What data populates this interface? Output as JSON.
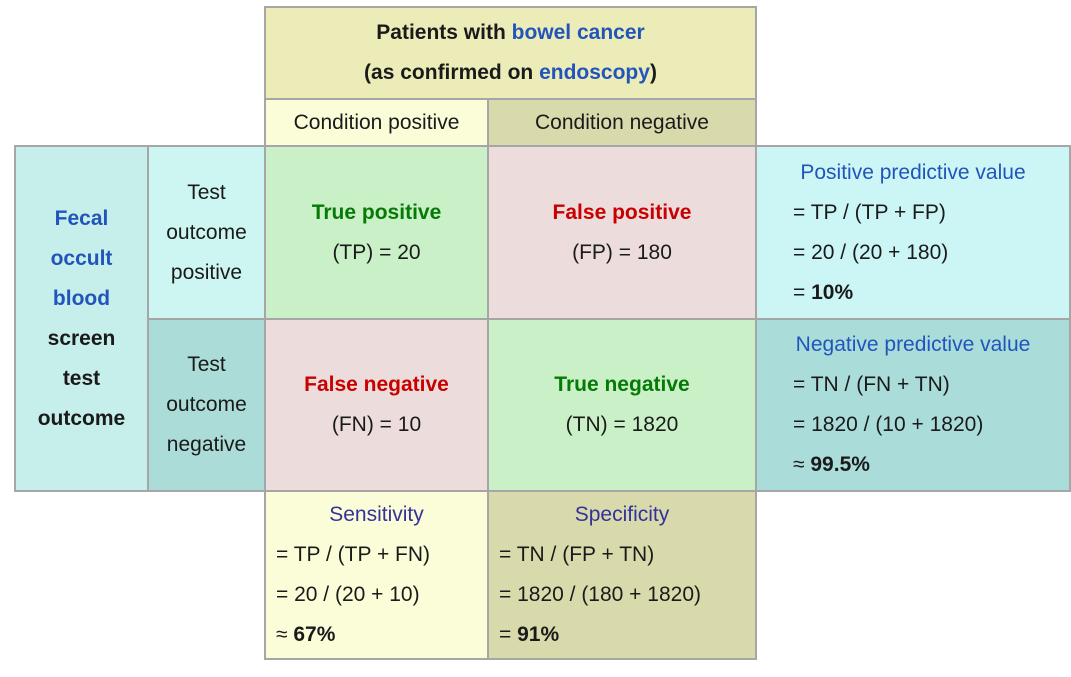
{
  "colors": {
    "border": "#a6a6a6",
    "header_bg": "#ebecb8",
    "condition_positive_bg": "#fbfcd8",
    "condition_negative_bg": "#d8daac",
    "row_header_bg": "#c6eeea",
    "test_positive_bg": "#cdf5f2",
    "test_negative_bg": "#abdcd8",
    "true_cell_bg": "#c9f0c6",
    "false_cell_bg": "#eddcdc",
    "ppv_bg": "#ccf5f6",
    "npv_bg": "#aadcda",
    "link_blue": "#2255bb",
    "metric_title_blue": "#333399",
    "true_green": "#067a06",
    "false_red": "#c80000"
  },
  "header": {
    "line1_prefix": "Patients with ",
    "line1_link": "bowel cancer",
    "line2_prefix": "(as confirmed on ",
    "line2_link": "endoscopy",
    "line2_suffix": ")"
  },
  "condition_columns": {
    "positive": "Condition positive",
    "negative": "Condition negative"
  },
  "row_header": {
    "link_lines": [
      "Fecal",
      "occult",
      "blood"
    ],
    "plain_lines": [
      "screen",
      "test",
      "outcome"
    ]
  },
  "row_labels": {
    "positive": [
      "Test",
      "outcome",
      "positive"
    ],
    "negative": [
      "Test",
      "outcome",
      "negative"
    ]
  },
  "cells": {
    "tp": {
      "title": "True positive",
      "value_line": "(TP) = 20"
    },
    "fp": {
      "title": "False positive",
      "value_line": "(FP) = 180"
    },
    "fn": {
      "title": "False negative",
      "value_line": "(FN) = 10"
    },
    "tn": {
      "title": "True negative",
      "value_line": "(TN) = 1820"
    }
  },
  "metrics": {
    "ppv": {
      "title": "Positive predictive value",
      "lines": [
        "= TP / (TP + FP)",
        "= 20 / (20 + 180)"
      ],
      "result_prefix": "= ",
      "result": "10%"
    },
    "npv": {
      "title": "Negative predictive value",
      "lines": [
        "= TN / (FN + TN)",
        "= 1820 / (10 + 1820)"
      ],
      "result_prefix": "≈ ",
      "result": "99.5%"
    },
    "sensitivity": {
      "title": "Sensitivity",
      "lines": [
        "= TP / (TP + FN)",
        "= 20 / (20 + 10)"
      ],
      "result_prefix": "≈ ",
      "result": "67%"
    },
    "specificity": {
      "title": "Specificity",
      "lines": [
        "= TN / (FP + TN)",
        "= 1820 / (180 + 1820)"
      ],
      "result_prefix": "= ",
      "result": "91%"
    }
  }
}
